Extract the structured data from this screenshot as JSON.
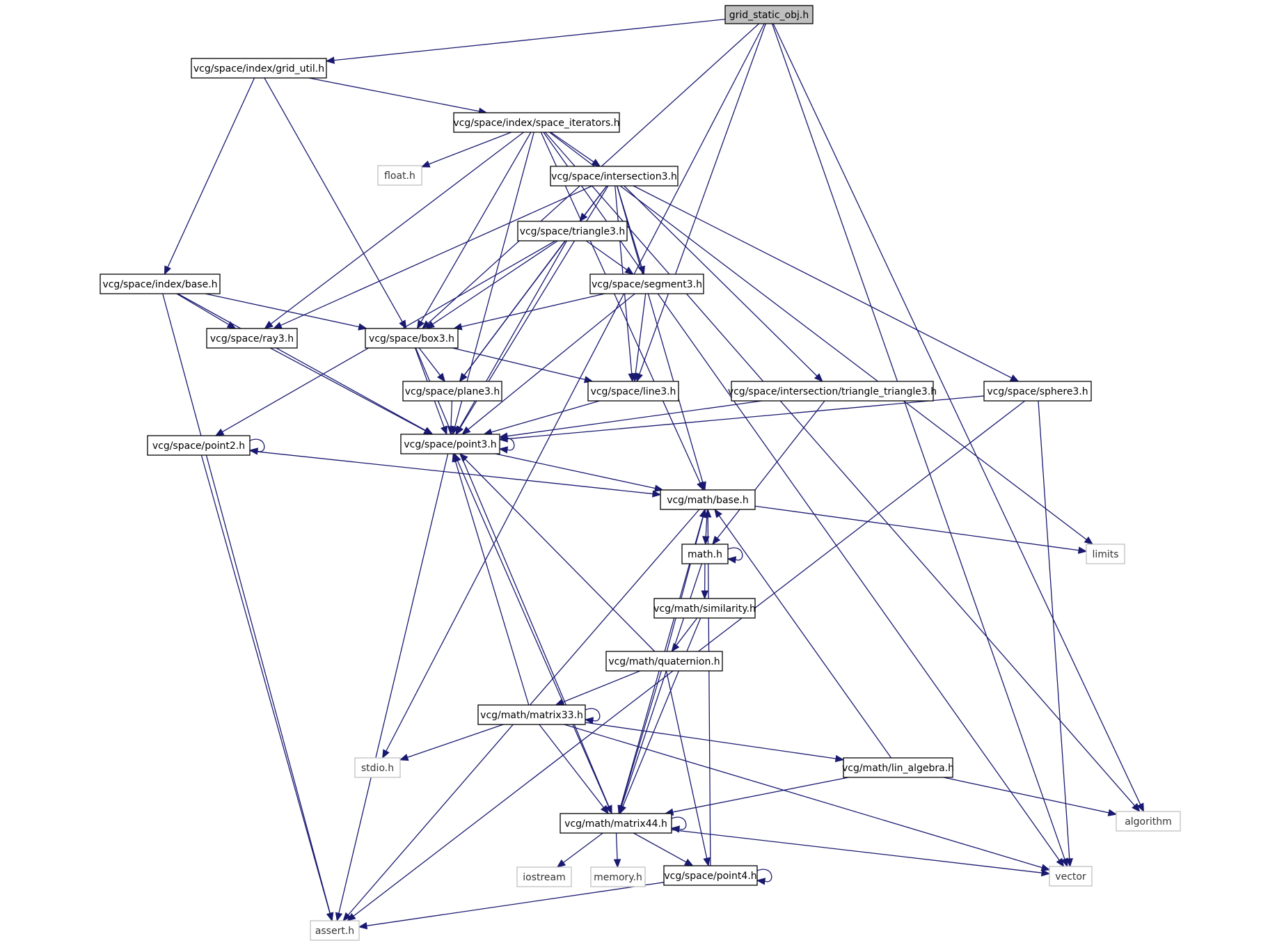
{
  "colors": {
    "edge": "#191970",
    "root_fill": "#bfbfbf",
    "node_border": "#000000",
    "system_border": "#bfbfbf"
  },
  "nodes": {
    "grid_static_obj": "grid_static_obj.h",
    "grid_util": "vcg/space/index/grid_util.h",
    "space_iterators": "vcg/space/index/space_iterators.h",
    "float": "float.h",
    "intersection3": "vcg/space/intersection3.h",
    "triangle3": "vcg/space/triangle3.h",
    "segment3": "vcg/space/segment3.h",
    "index_base": "vcg/space/index/base.h",
    "ray3": "vcg/space/ray3.h",
    "box3": "vcg/space/box3.h",
    "plane3": "vcg/space/plane3.h",
    "line3": "vcg/space/line3.h",
    "tri_tri3": "vcg/space/intersection/triangle_triangle3.h",
    "sphere3": "vcg/space/sphere3.h",
    "point2": "vcg/space/point2.h",
    "point3": "vcg/space/point3.h",
    "math_base": "vcg/math/base.h",
    "limits": "limits",
    "math": "math.h",
    "similarity": "vcg/math/similarity.h",
    "quaternion": "vcg/math/quaternion.h",
    "matrix33": "vcg/math/matrix33.h",
    "stdio": "stdio.h",
    "lin_algebra": "vcg/math/lin_algebra.h",
    "algorithm": "algorithm",
    "matrix44": "vcg/math/matrix44.h",
    "iostream": "iostream",
    "memory": "memory.h",
    "point4": "vcg/space/point4.h",
    "vector": "vector",
    "assert": "assert.h"
  },
  "edges": [
    [
      "grid_static_obj",
      "grid_util"
    ],
    [
      "grid_static_obj",
      "box3"
    ],
    [
      "grid_static_obj",
      "stdio"
    ],
    [
      "grid_static_obj",
      "line3"
    ],
    [
      "grid_static_obj",
      "algorithm"
    ],
    [
      "grid_static_obj",
      "vector"
    ],
    [
      "grid_util",
      "space_iterators"
    ],
    [
      "grid_util",
      "index_base"
    ],
    [
      "grid_util",
      "box3"
    ],
    [
      "space_iterators",
      "float"
    ],
    [
      "space_iterators",
      "intersection3"
    ],
    [
      "space_iterators",
      "ray3"
    ],
    [
      "space_iterators",
      "box3"
    ],
    [
      "space_iterators",
      "point3"
    ],
    [
      "space_iterators",
      "math_base"
    ],
    [
      "space_iterators",
      "limits"
    ],
    [
      "space_iterators",
      "algorithm"
    ],
    [
      "space_iterators",
      "vector"
    ],
    [
      "intersection3",
      "triangle3"
    ],
    [
      "intersection3",
      "segment3"
    ],
    [
      "intersection3",
      "ray3"
    ],
    [
      "intersection3",
      "plane3"
    ],
    [
      "intersection3",
      "line3"
    ],
    [
      "intersection3",
      "point3"
    ],
    [
      "intersection3",
      "math_base"
    ],
    [
      "intersection3",
      "tri_tri3"
    ],
    [
      "intersection3",
      "sphere3"
    ],
    [
      "triangle3",
      "segment3"
    ],
    [
      "triangle3",
      "box3"
    ],
    [
      "triangle3",
      "plane3"
    ],
    [
      "triangle3",
      "point3"
    ],
    [
      "triangle3",
      "point2"
    ],
    [
      "segment3",
      "box3"
    ],
    [
      "segment3",
      "line3"
    ],
    [
      "segment3",
      "point3"
    ],
    [
      "index_base",
      "ray3"
    ],
    [
      "index_base",
      "box3"
    ],
    [
      "index_base",
      "point3"
    ],
    [
      "index_base",
      "assert"
    ],
    [
      "ray3",
      "point3"
    ],
    [
      "box3",
      "plane3"
    ],
    [
      "box3",
      "line3"
    ],
    [
      "box3",
      "point3"
    ],
    [
      "box3",
      "matrix44"
    ],
    [
      "plane3",
      "point3"
    ],
    [
      "line3",
      "point3"
    ],
    [
      "tri_tri3",
      "point3"
    ],
    [
      "tri_tri3",
      "math"
    ],
    [
      "sphere3",
      "point3"
    ],
    [
      "sphere3",
      "vector"
    ],
    [
      "sphere3",
      "assert"
    ],
    [
      "point2",
      "point2"
    ],
    [
      "point2",
      "math_base"
    ],
    [
      "point2",
      "assert"
    ],
    [
      "point3",
      "point3"
    ],
    [
      "point3",
      "math_base"
    ],
    [
      "point3",
      "assert"
    ],
    [
      "math_base",
      "math"
    ],
    [
      "math_base",
      "limits"
    ],
    [
      "math_base",
      "assert"
    ],
    [
      "math",
      "math"
    ],
    [
      "math",
      "similarity"
    ],
    [
      "math",
      "matrix44"
    ],
    [
      "similarity",
      "quaternion"
    ],
    [
      "similarity",
      "matrix44"
    ],
    [
      "quaternion",
      "math_base"
    ],
    [
      "quaternion",
      "point3"
    ],
    [
      "quaternion",
      "matrix33"
    ],
    [
      "quaternion",
      "matrix44"
    ],
    [
      "quaternion",
      "point4"
    ],
    [
      "matrix33",
      "matrix33"
    ],
    [
      "matrix33",
      "point3"
    ],
    [
      "matrix33",
      "stdio"
    ],
    [
      "matrix33",
      "lin_algebra"
    ],
    [
      "matrix33",
      "matrix44"
    ],
    [
      "matrix33",
      "vector"
    ],
    [
      "lin_algebra",
      "math_base"
    ],
    [
      "lin_algebra",
      "matrix44"
    ],
    [
      "lin_algebra",
      "algorithm"
    ],
    [
      "matrix44",
      "matrix44"
    ],
    [
      "matrix44",
      "point3"
    ],
    [
      "matrix44",
      "math_base"
    ],
    [
      "matrix44",
      "iostream"
    ],
    [
      "matrix44",
      "memory"
    ],
    [
      "matrix44",
      "point4"
    ],
    [
      "matrix44",
      "vector"
    ],
    [
      "point4",
      "point4"
    ],
    [
      "point4",
      "math_base"
    ],
    [
      "point4",
      "assert"
    ]
  ]
}
